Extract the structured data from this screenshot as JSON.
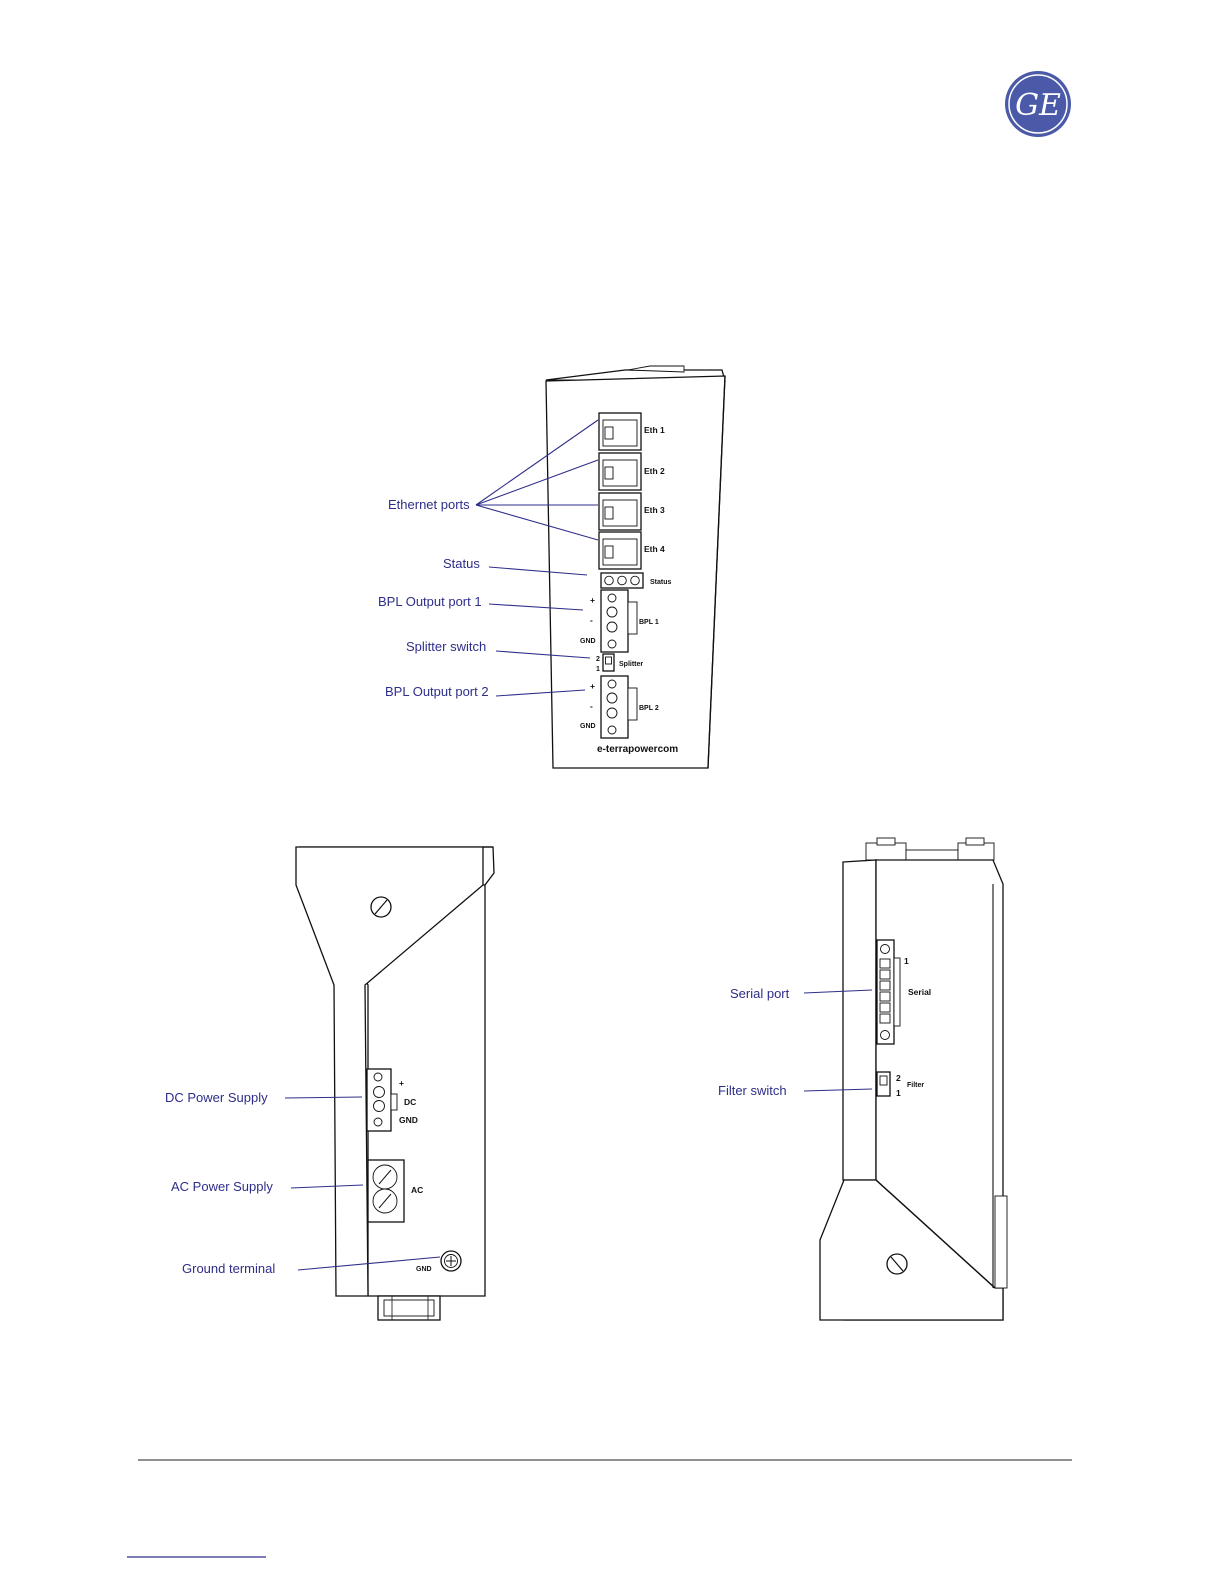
{
  "logo": {
    "text": "GE",
    "color": "#4a5aa8"
  },
  "callout_color": "#2e2e8a",
  "front_view": {
    "callouts": {
      "ethernet": "Ethernet ports",
      "status": "Status",
      "bpl1": "BPL Output port 1",
      "splitter": "Splitter switch",
      "bpl2": "BPL Output port 2"
    },
    "port_labels": [
      "Eth 1",
      "Eth 2",
      "Eth 3",
      "Eth 4"
    ],
    "status_label": "Status",
    "bpl1_label": "BPL 1",
    "bpl2_label": "BPL 2",
    "splitter_label": "Splitter",
    "splitter_positions": [
      "2",
      "1"
    ],
    "plus": "+",
    "minus": "-",
    "gnd": "GND",
    "brand": "e-terrapowercom"
  },
  "left_view": {
    "callouts": {
      "dc": "DC Power Supply",
      "ac": "AC Power Supply",
      "ground": "Ground terminal"
    },
    "plus": "+",
    "dc_label": "DC",
    "dc_gnd": "GND",
    "ac_label": "AC",
    "ground_gnd": "GND"
  },
  "right_view": {
    "callouts": {
      "serial": "Serial port",
      "filter": "Filter switch"
    },
    "serial_pin": "1",
    "serial_label": "Serial",
    "filter_label": "Filter",
    "filter_positions": [
      "2",
      "1"
    ]
  }
}
